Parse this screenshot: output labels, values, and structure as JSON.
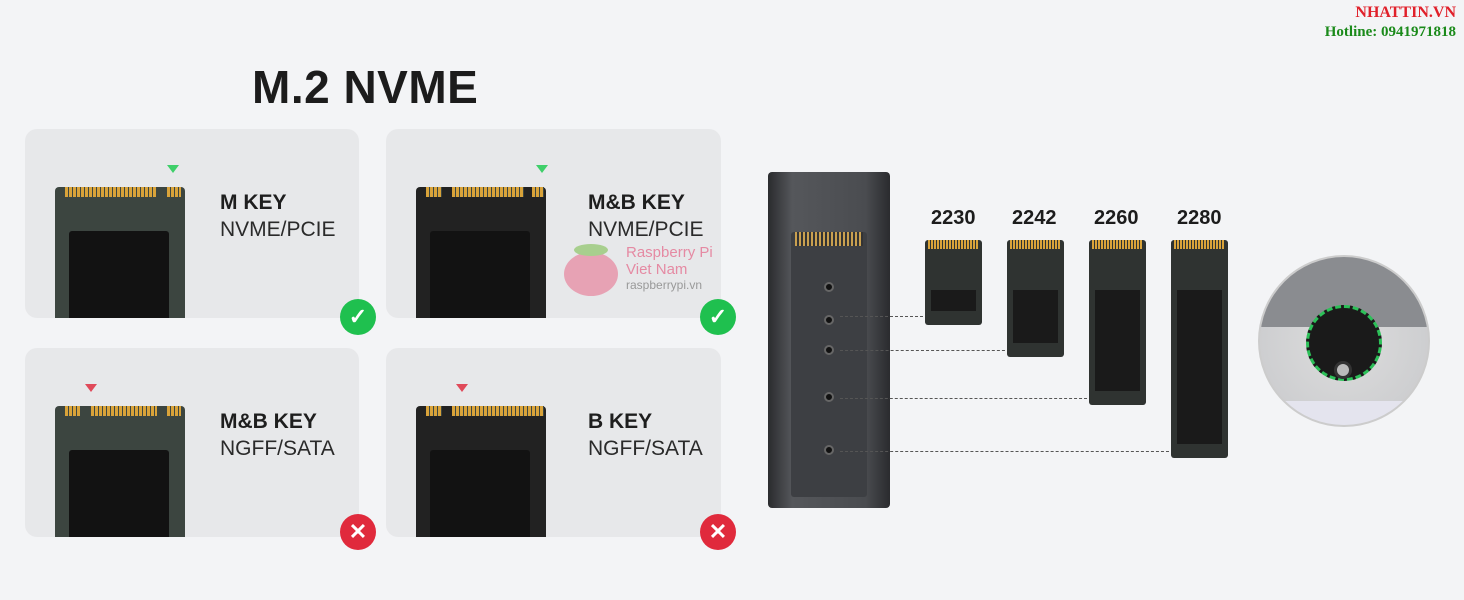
{
  "brand": {
    "name": "NHATTIN.VN",
    "hotline": "Hotline: 0941971818",
    "name_color": "#e0202a",
    "hotline_color": "#1a8a1a"
  },
  "title": "M.2 NVME",
  "cards": [
    {
      "key": "M KEY",
      "interface": "NVME/PCIE",
      "supported": true
    },
    {
      "key": "M&B KEY",
      "interface": "NVME/PCIE",
      "supported": true
    },
    {
      "key": "M&B KEY",
      "interface": "NGFF/SATA",
      "supported": false
    },
    {
      "key": "B KEY",
      "interface": "NGFF/SATA",
      "supported": false
    }
  ],
  "icons": {
    "ok": "check-circle-icon",
    "no": "x-circle-icon",
    "ok_color": "#1fc04f",
    "no_color": "#e02a3c"
  },
  "sizes": [
    "2230",
    "2242",
    "2260",
    "2280"
  ],
  "watermark": {
    "line1": "Raspberry Pi",
    "line2": "Viet Nam",
    "line3": "raspberrypi.vn"
  }
}
